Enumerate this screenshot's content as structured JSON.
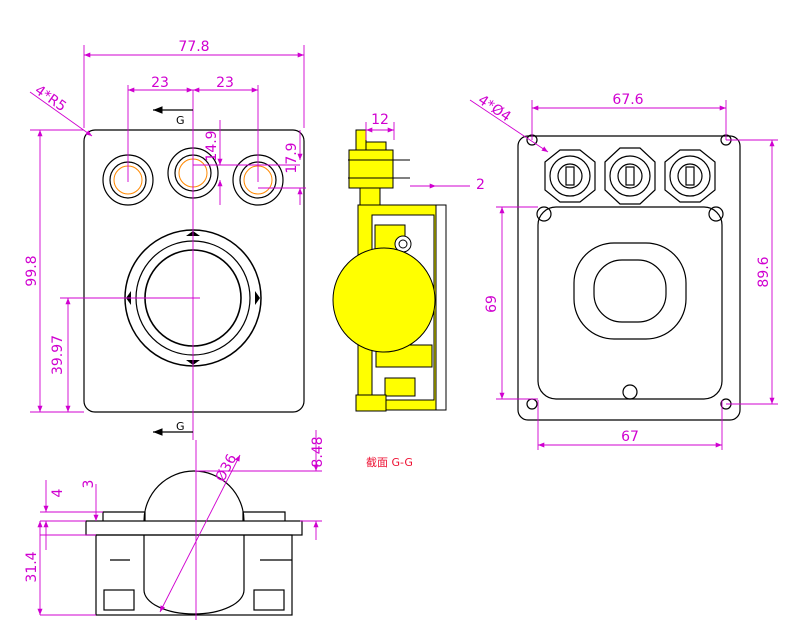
{
  "drawing": {
    "front_view": {
      "width": "77.8",
      "hole_spacing_left": "23",
      "hole_spacing_right": "23",
      "corner_radius": "4*R5",
      "height": "99.8",
      "button_row_offset": "14.9",
      "button_diameter": "17.9",
      "ball_center_height": "39.97",
      "section_mark_top": "G",
      "section_mark_bottom": "G"
    },
    "section_view": {
      "width": "12",
      "offset": "2",
      "caption": "截面 G-G"
    },
    "back_view": {
      "hole_diameter": "4*Ø4",
      "hole_spacing_horizontal": "67.6",
      "hole_spacing_vertical": "89.6",
      "panel_height": "69",
      "panel_width": "67"
    },
    "side_view": {
      "ball_diameter": "Ø36",
      "ball_protrusion": "8.48",
      "flange_thickness": "4",
      "button_height": "3",
      "body_depth": "31.4"
    },
    "colors": {
      "dimension": "#d000d0",
      "outline": "#000000",
      "section_fill": "#ffff00",
      "caption": "#ee1133"
    }
  }
}
